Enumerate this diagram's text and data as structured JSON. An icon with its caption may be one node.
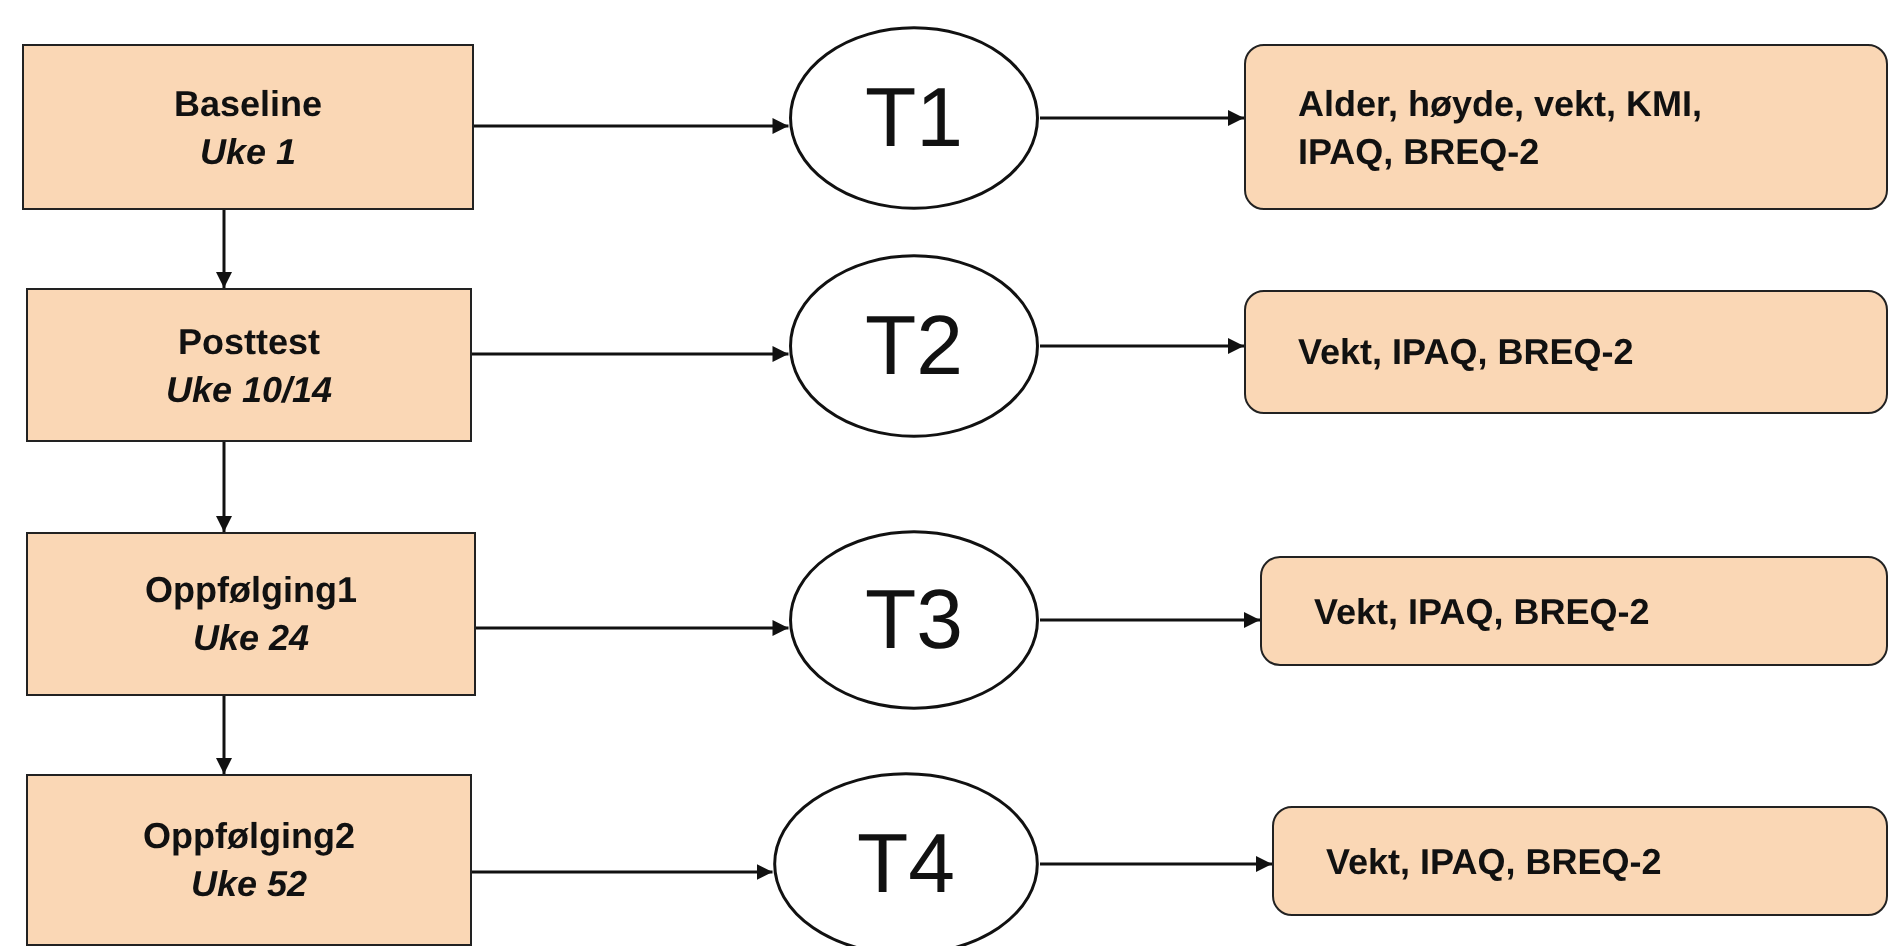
{
  "diagram": {
    "nodes": [
      {
        "text": [
          "Baseline",
          "Uke 1"
        ]
      },
      {
        "text": [
          "T1"
        ]
      },
      {
        "text": [
          "Alder, høyde, vekt, KMI, IPAQ, BREQ-2"
        ]
      },
      {
        "text": [
          "Posttest",
          "Uke 10/14"
        ]
      },
      {
        "text": [
          "T2"
        ]
      },
      {
        "text": [
          "Vekt, IPAQ, BREQ-2"
        ]
      },
      {
        "text": [
          "Oppfølging1",
          "Uke 24"
        ]
      },
      {
        "text": [
          "T3"
        ]
      },
      {
        "text": [
          "Vekt, IPAQ, BREQ-2"
        ]
      },
      {
        "text": [
          "Oppfølging2",
          "Uke 52"
        ]
      },
      {
        "text": [
          "T4"
        ]
      },
      {
        "text": [
          "Vekt, IPAQ, BREQ-2"
        ]
      }
    ],
    "edges": [
      {
        "from": 0,
        "to": 1,
        "arrow": "to"
      },
      {
        "from": 1,
        "to": 2,
        "arrow": "to"
      },
      {
        "from": 3,
        "to": 4,
        "arrow": "to"
      },
      {
        "from": 4,
        "to": 5,
        "arrow": "to"
      },
      {
        "from": 6,
        "to": 7,
        "arrow": "to"
      },
      {
        "from": 7,
        "to": 8,
        "arrow": "to"
      },
      {
        "from": 9,
        "to": 10,
        "arrow": "to"
      },
      {
        "from": 10,
        "to": 11,
        "arrow": "to"
      },
      {
        "from": 0,
        "to": 3,
        "arrow": "to"
      },
      {
        "from": 3,
        "to": 6,
        "arrow": "to"
      },
      {
        "from": 6,
        "to": 9,
        "arrow": "to"
      }
    ]
  }
}
